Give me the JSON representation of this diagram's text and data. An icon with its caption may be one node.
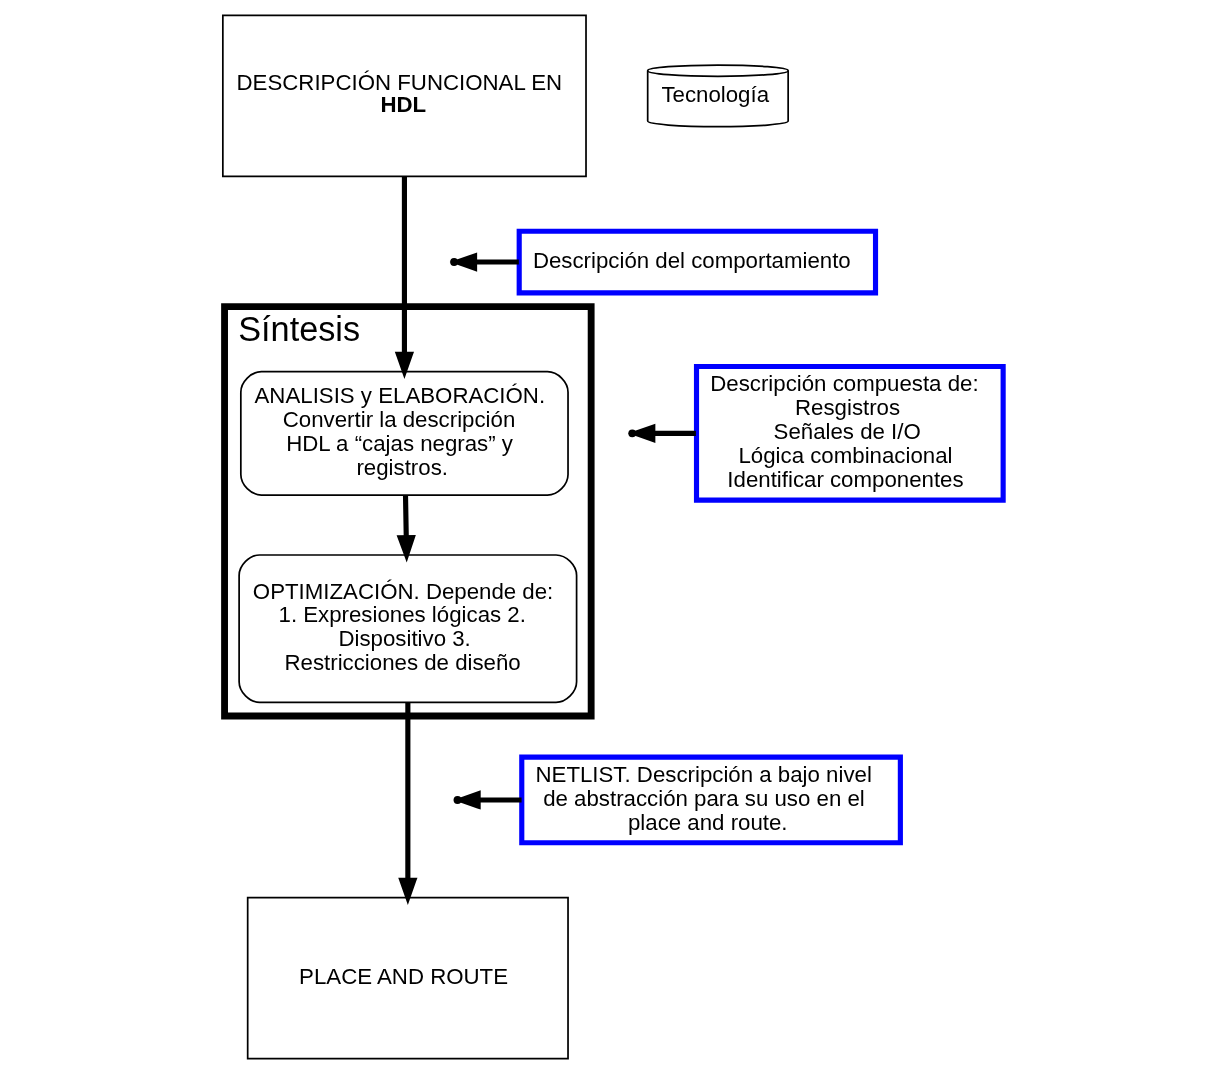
{
  "diagram": {
    "nodes": [
      {
        "text": [
          "DESCRIPCIÓN FUNCIONAL EN **HDL**"
        ]
      },
      {
        "text": [
          "Síntesis"
        ]
      },
      {
        "text": [
          "ANALISIS y ELABORACIÓN. Convertir la descripción HDL a “cajas negras” y registros."
        ],
        "in": 1
      },
      {
        "text": [
          "OPTIMIZACIÓN. Depende de: 1. Expresiones lógicas 2. Dispositivo 3. Restricciones de diseño"
        ],
        "in": 1
      },
      {
        "text": [
          "Tecnología"
        ]
      },
      {
        "text": [
          "PLACE AND ROUTE"
        ]
      },
      {
        "text": [
          "Descripción del comportamiento"
        ]
      },
      {
        "text": [
          "Descripción compuesta de:",
          "Resgistros",
          "Señales de I/O",
          "Lógica combinacional",
          "Identificar componentes"
        ]
      },
      {
        "text": [
          "NETLIST. Descripción a bajo nivel de abstracción para su uso en el place and route."
        ]
      }
    ],
    "edges": [
      {
        "from": 0,
        "to": 2,
        "arrow": "to"
      },
      {
        "from": 2,
        "to": 3,
        "arrow": "to"
      },
      {
        "from": 3,
        "to": 5,
        "arrow": "to"
      },
      {
        "from": 6,
        "to": null,
        "arrow": "to"
      },
      {
        "from": 7,
        "to": null,
        "arrow": "to"
      },
      {
        "from": 8,
        "to": null,
        "arrow": "to"
      }
    ]
  }
}
